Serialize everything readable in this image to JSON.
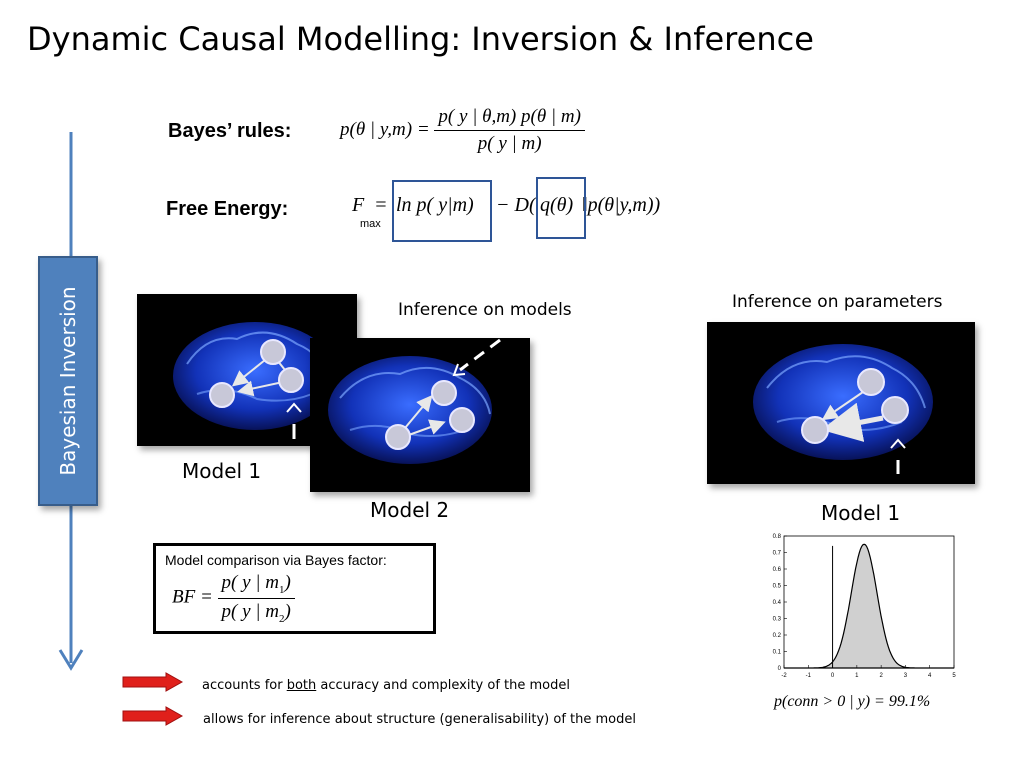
{
  "title": "Dynamic Causal Modelling: Inversion & Inference",
  "side_label": "Bayesian Inversion",
  "bayes": {
    "label": "Bayes’ rules:",
    "lhs": "p(θ | y,m) =",
    "numerator": "p( y | θ,m) p(θ | m)",
    "denominator": "p( y | m)"
  },
  "free_energy": {
    "label": "Free Energy:",
    "F": "F",
    "sub": "max",
    "eq": "=",
    "term1": "ln p( y|m)",
    "minus": "− D(",
    "term2": "q(θ)",
    "rest": "‖p(θ|y,m))"
  },
  "inference_models": {
    "heading": "Inference on models",
    "model1": "Model 1",
    "model2": "Model 2"
  },
  "inference_params": {
    "heading": "Inference on parameters",
    "model": "Model 1"
  },
  "bayes_factor": {
    "label": "Model comparison via Bayes factor:",
    "lhs": "BF =",
    "numerator": "p( y | m",
    "num_sub": "1",
    "denominator": "p( y | m",
    "den_sub": "2",
    "close": ")"
  },
  "bullets": [
    {
      "pre": "accounts for ",
      "underline": "both",
      "post": " accuracy and complexity of the model"
    },
    {
      "pre": "allows for inference about structure (generalisability) of the model",
      "underline": "",
      "post": ""
    }
  ],
  "posterior_result": "p(conn > 0 | y) = 99.1%",
  "chart_data": {
    "type": "area",
    "x_ticks": [
      "-2",
      "-1",
      "0",
      "1",
      "2",
      "3",
      "4",
      "5"
    ],
    "y_ticks": [
      "0",
      "0.1",
      "0.2",
      "0.3",
      "0.4",
      "0.5",
      "0.6",
      "0.7",
      "0.8"
    ],
    "xlim": [
      -2,
      5
    ],
    "ylim": [
      0,
      0.8
    ],
    "mean": 1.3,
    "sd": 0.53,
    "threshold": 0,
    "grid": false
  },
  "colors": {
    "side_box": "#4f81bd",
    "highlight_box": "#2e5597",
    "arrow_red": "#e0201b",
    "axis_arrow": "#4f81bd",
    "curve_fill": "#d0d0d0"
  }
}
